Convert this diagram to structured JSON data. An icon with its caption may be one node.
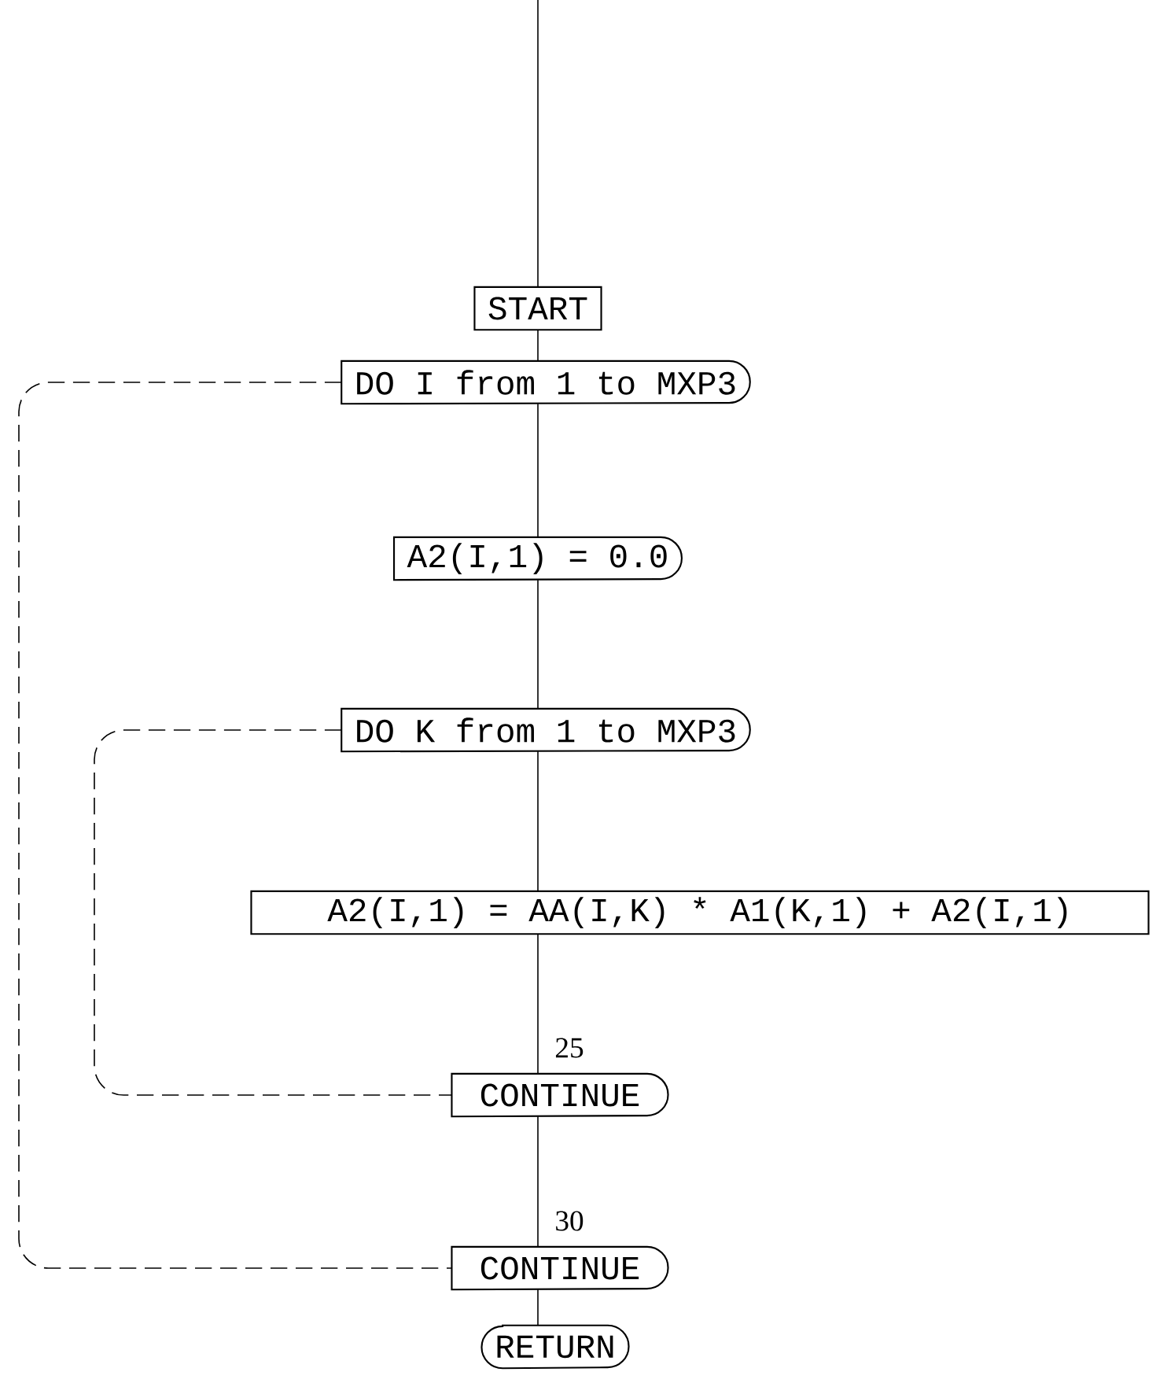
{
  "diagram": {
    "nodes": [
      {
        "text": [
          "START"
        ]
      },
      {
        "text": [
          "DO I from 1 to MXP3"
        ]
      },
      {
        "text": [
          "A2(I,1) = 0.0"
        ]
      },
      {
        "text": [
          "DO K from 1 to MXP3"
        ]
      },
      {
        "text": [
          "A2(I,1) = AA(I,K) * A1(K,1) + A2(I,1)"
        ]
      },
      {
        "text": [
          "CONTINUE"
        ],
        "beside": [
          "25"
        ]
      },
      {
        "text": [
          "CONTINUE"
        ],
        "beside": [
          "30"
        ]
      },
      {
        "text": [
          "RETURN"
        ]
      }
    ],
    "edges": [
      {
        "from": null,
        "to": 0,
        "arrow": "none"
      },
      {
        "from": 0,
        "to": 1,
        "arrow": "none"
      },
      {
        "from": 1,
        "to": 2,
        "arrow": "none"
      },
      {
        "from": 2,
        "to": 3,
        "arrow": "none"
      },
      {
        "from": 3,
        "to": 4,
        "arrow": "none"
      },
      {
        "from": 4,
        "to": 5,
        "arrow": "none"
      },
      {
        "from": 5,
        "to": 6,
        "arrow": "none"
      },
      {
        "from": 6,
        "to": 7,
        "arrow": "none"
      },
      {
        "from": 3,
        "to": 5,
        "arrow": "none",
        "style": "dashed"
      },
      {
        "from": 1,
        "to": 6,
        "arrow": "none",
        "style": "dashed"
      }
    ]
  }
}
